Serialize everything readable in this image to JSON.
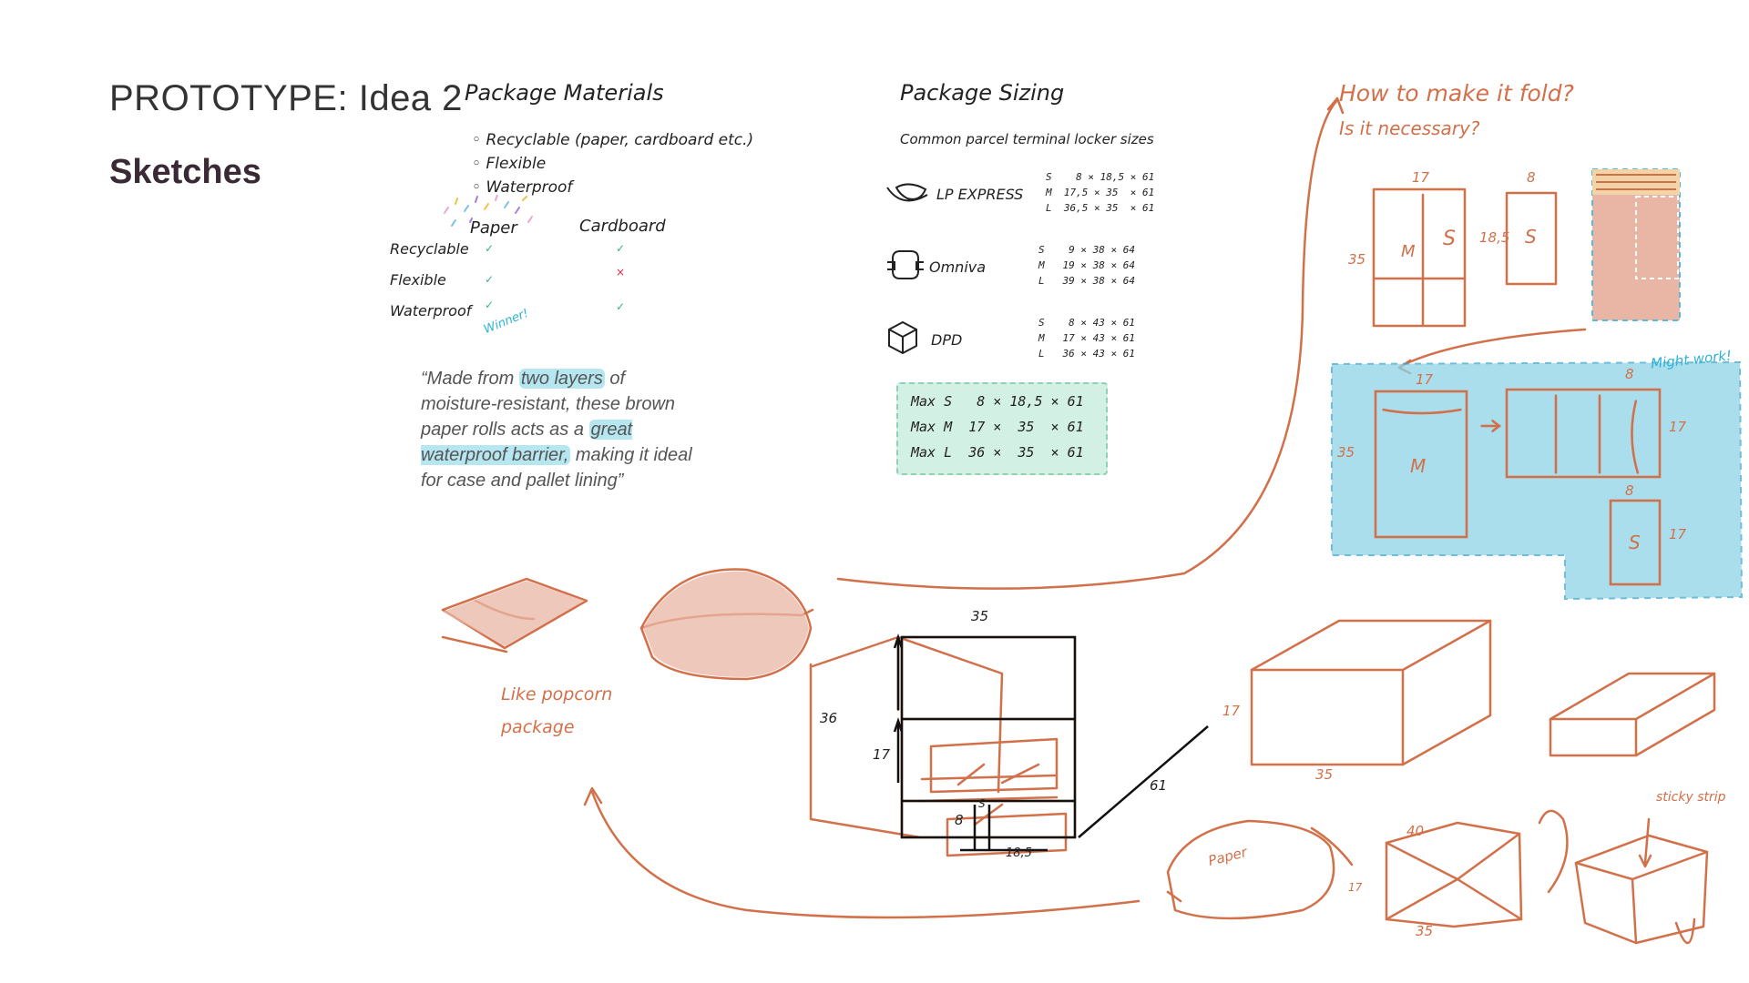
{
  "header": {
    "title": "PROTOTYPE: Idea 2",
    "subtitle": "Sketches"
  },
  "materials": {
    "heading": "Package Materials",
    "items": [
      "Recyclable (paper, cardboard etc.)",
      "Flexible",
      "Waterproof"
    ],
    "table": {
      "columns": [
        "Paper",
        "Cardboard"
      ],
      "rows": [
        {
          "label": "Recyclable",
          "paper": "✓",
          "cardboard": "✓"
        },
        {
          "label": "Flexible",
          "paper": "✓",
          "cardboard": "×"
        },
        {
          "label": "Waterproof",
          "paper": "✓",
          "cardboard": "✓"
        }
      ],
      "winner_note": "Winner!"
    },
    "quote": {
      "p1": "“Made from ",
      "h1": "two layers",
      "p2": " of moisture-resistant, these brown paper rolls acts as a ",
      "h2": "great waterproof barrier,",
      "p3": " making it ideal for case and pallet lining”"
    }
  },
  "sizing": {
    "heading": "Package Sizing",
    "subheading": "Common parcel terminal locker sizes",
    "carriers": [
      {
        "name": "LP EXPRESS",
        "icon": "lp-express-logo",
        "sizes": [
          "S    8 × 18,5 × 61",
          "M  17,5 × 35  × 61",
          "L  36,5 × 35  × 61"
        ]
      },
      {
        "name": "Omniva",
        "icon": "omniva-logo",
        "sizes": [
          "S    9 × 38 × 64",
          "M   19 × 38 × 64",
          "L   39 × 38 × 64"
        ]
      },
      {
        "name": "DPD",
        "icon": "dpd-box-logo",
        "sizes": [
          "S    8 × 43 × 61",
          "M   17 × 43 × 61",
          "L   36 × 43 × 61"
        ]
      }
    ],
    "max": [
      "Max S   8 × 18,5 × 61",
      "Max M  17 ×  35  × 61",
      "Max L  36 ×  35  × 61"
    ]
  },
  "folding": {
    "question_line1": "How to make it fold?",
    "question_line2": "Is it necessary?",
    "dims": {
      "top_w1": "17",
      "top_w2": "8",
      "top_h": "35",
      "s_h": "18,5",
      "label_m": "M",
      "label_s": "S",
      "blue_w1": "17",
      "blue_w2": "8",
      "blue_h": "35",
      "blue_side": "17",
      "blue_w3": "8",
      "blue_side2": "17"
    },
    "might_work": "Might work!"
  },
  "bottom": {
    "popcorn_line1": "Like popcorn",
    "popcorn_line2": "package",
    "box_dims": {
      "top": "35",
      "left": "36",
      "mid": "17",
      "small_s": "S",
      "small_8": "8",
      "small_185": "18,5",
      "diag": "61"
    },
    "right_box": {
      "h": "17",
      "w": "35"
    },
    "paper_label": "Paper",
    "fold_box": {
      "top": "40",
      "side": "17",
      "bottom": "35"
    },
    "sticky": "sticky strip"
  },
  "colors": {
    "orange": "#d2704a",
    "blue_fill": "#8fd3e6",
    "green_fill": "#d3f0e4",
    "pink_fill": "#e9b6a6"
  }
}
